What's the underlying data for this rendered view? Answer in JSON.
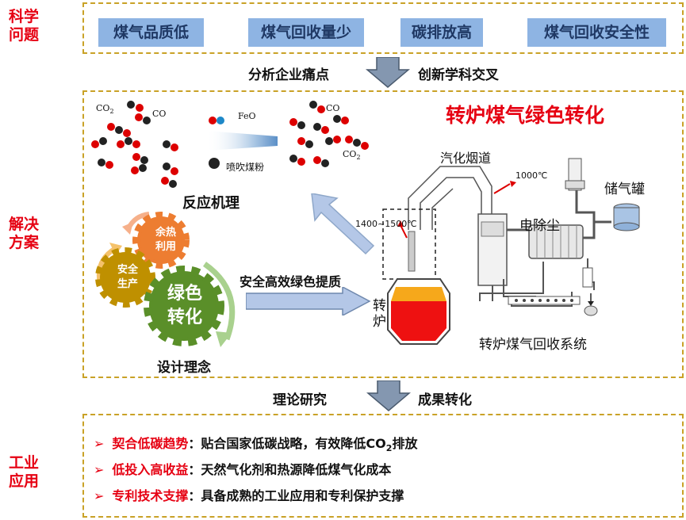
{
  "side_labels": {
    "science": "科学\n问题",
    "solution": "解决\n方案",
    "application": "工业\n应用"
  },
  "issues": [
    "煤气品质低",
    "煤气回收量少",
    "碳排放高",
    "煤气回收安全性"
  ],
  "transition1": {
    "left": "分析企业痛点",
    "right": "创新学科交叉"
  },
  "solution": {
    "title": "转炉煤气绿色转化",
    "reaction": {
      "label": "反应机理",
      "co2_a": "CO",
      "co2_a_sub": "2",
      "co_a": "CO",
      "feo": "FeO",
      "spray": "喷吹煤粉",
      "co_b": "CO",
      "co2_b": "CO",
      "co2_b_sub": "2"
    },
    "gears": {
      "waste_heat": "余热\n利用",
      "safety": "安全\n生产",
      "green": "绿色\n转化",
      "label": "设计理念"
    },
    "arrow_label": "安全高效绿色提质",
    "system": {
      "flue": "汽化烟道",
      "temp_high": "1000℃",
      "temp_low": "1400~1500℃",
      "dust": "电除尘",
      "tank": "储气罐",
      "converter": "转\n炉",
      "caption": "转炉煤气回收系统"
    }
  },
  "transition2": {
    "left": "理论研究",
    "right": "成果转化"
  },
  "applications": [
    {
      "key": "契合低碳趋势",
      "desc": "：贴合国家低碳战略，有效降低CO",
      "sub": "2",
      "tail": "排放"
    },
    {
      "key": "低投入高收益",
      "desc": "：天然气化剂和热源降低煤气化成本",
      "sub": "",
      "tail": ""
    },
    {
      "key": "专利技术支撑",
      "desc": "：具备成熟的工业应用和专利保护支撑",
      "sub": "",
      "tail": ""
    }
  ],
  "colors": {
    "accent_red": "#e60012",
    "issue_blue": "#8eb4e3",
    "border_gold": "#c9a227",
    "gear_green": "#5a8f29",
    "gear_orange": "#ed7d31",
    "gear_gold": "#bf9000"
  }
}
